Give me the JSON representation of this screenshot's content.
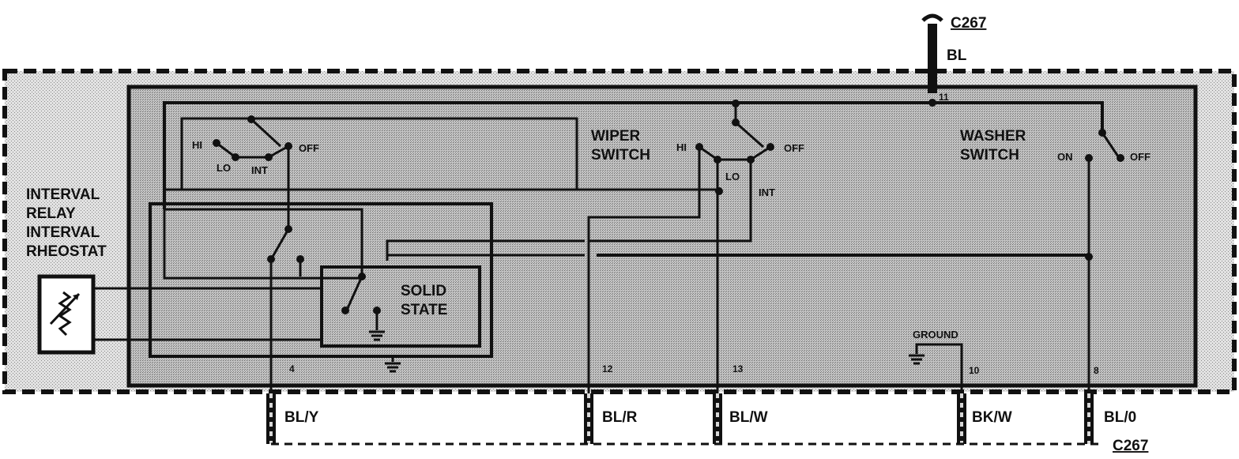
{
  "connectors": {
    "top": "C267",
    "bottom": "C267"
  },
  "wire_top": "BL",
  "labels": {
    "interval_relay_line1": "INTERVAL",
    "interval_relay_line2": "RELAY",
    "interval_rheostat_line1": "INTERVAL",
    "interval_rheostat_line2": "RHEOSTAT",
    "wiper_switch_line1": "WIPER",
    "wiper_switch_line2": "SWITCH",
    "washer_switch_line1": "WASHER",
    "washer_switch_line2": "SWITCH",
    "solid_state_line1": "SOLID",
    "solid_state_line2": "STATE",
    "ground": "GROUND"
  },
  "switch_positions": {
    "left": {
      "hi": "HI",
      "lo": "LO",
      "int": "INT",
      "off": "OFF"
    },
    "wiper": {
      "hi": "HI",
      "lo": "LO",
      "int": "INT",
      "off": "OFF"
    },
    "washer": {
      "on": "ON",
      "off": "OFF"
    }
  },
  "pins": {
    "p11": "11",
    "p4": "4",
    "p12": "12",
    "p13": "13",
    "p10": "10",
    "p8": "8"
  },
  "wires": [
    {
      "id": "bly",
      "label": "BL/Y"
    },
    {
      "id": "blr",
      "label": "BL/R"
    },
    {
      "id": "blw",
      "label": "BL/W"
    },
    {
      "id": "bkw",
      "label": "BK/W"
    },
    {
      "id": "blo",
      "label": "BL/0"
    }
  ],
  "colors": {
    "background_fill": "#c9c9c9",
    "line": "#111111"
  }
}
